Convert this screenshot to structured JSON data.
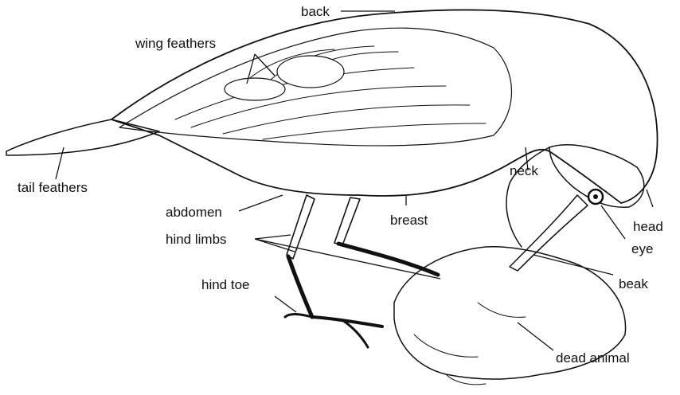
{
  "labels": {
    "back": "back",
    "wing_feathers": "wing feathers",
    "tail_feathers": "tail feathers",
    "abdomen": "abdomen",
    "breast": "breast",
    "hind_limbs": "hind limbs",
    "hind_toe": "hind toe",
    "neck": "neck",
    "head": "head",
    "eye": "eye",
    "beak": "beak",
    "dead_animal": "dead animal"
  }
}
